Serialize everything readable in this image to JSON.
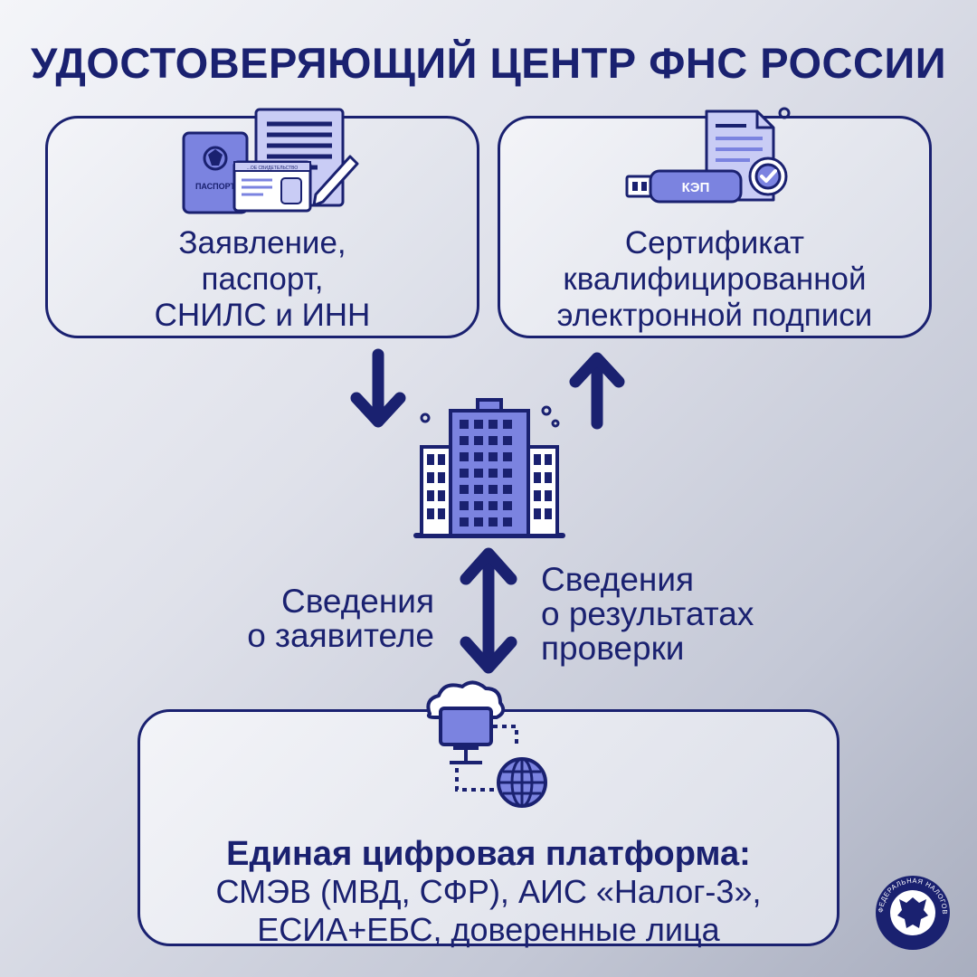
{
  "title": "УДОСТОВЕРЯЮЩИЙ ЦЕНТР ФНС РОССИИ",
  "card_documents": {
    "lines": [
      "Заявление,",
      "паспорт,",
      "СНИЛС и ИНН"
    ],
    "passport_label": "ПАСПОРТ",
    "certificate_label": "...ОЕ СВИДЕТЕЛЬСТВО"
  },
  "card_certificate": {
    "lines": [
      "Сертификат",
      "квалифицированной",
      "электронной подписи"
    ],
    "token_label": "КЭП"
  },
  "label_left": [
    "Сведения",
    "о заявителе"
  ],
  "label_right": [
    "Сведения",
    "о результатах",
    "проверки"
  ],
  "card_platform": {
    "heading": "Единая цифровая платформа:",
    "lines": [
      "СМЭВ (МВД, СФР), АИС «Налог-3»,",
      "ЕСИА+ЕБС, доверенные лица"
    ]
  },
  "seal": {
    "text": "ФЕДЕРАЛЬНАЯ НАЛОГОВАЯ СЛУЖБА"
  },
  "colors": {
    "navy": "#1a2170",
    "icon_fill": "#7b83e0",
    "icon_light": "#c9ccf5"
  },
  "icons": [
    "passport-icon",
    "document-icon",
    "pen-icon",
    "usb-token-icon",
    "check-badge-icon",
    "building-icon",
    "cloud-computer-icon",
    "globe-icon",
    "seal-emblem-icon"
  ]
}
